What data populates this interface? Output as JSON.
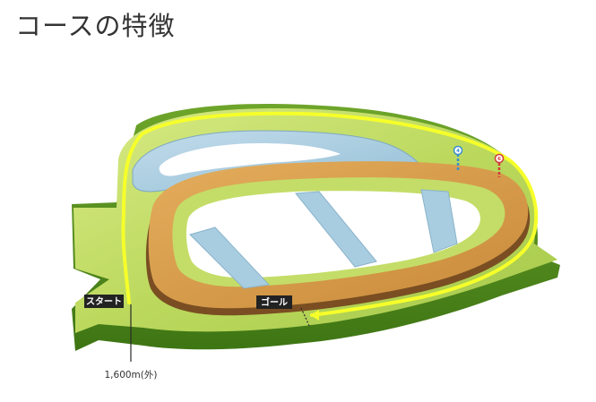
{
  "page": {
    "title": "コースの特徴"
  },
  "course": {
    "start_label": "スタート",
    "goal_label": "ゴール",
    "distance_label": "1,600m(外)",
    "markers": [
      {
        "id": "blue-pole",
        "label": "4",
        "color": "#3a8fd0"
      },
      {
        "id": "red-pole",
        "label": "6",
        "color": "#d23a3a"
      }
    ],
    "colors": {
      "turf_light": "#c6df6a",
      "turf_dark": "#4f8a1c",
      "dirt": "#d69a4a",
      "dirt_wall": "#7a4e22",
      "inner_track": "#a9cde0",
      "route_line": "#f6ff2a",
      "label_bg": "#222222"
    }
  }
}
